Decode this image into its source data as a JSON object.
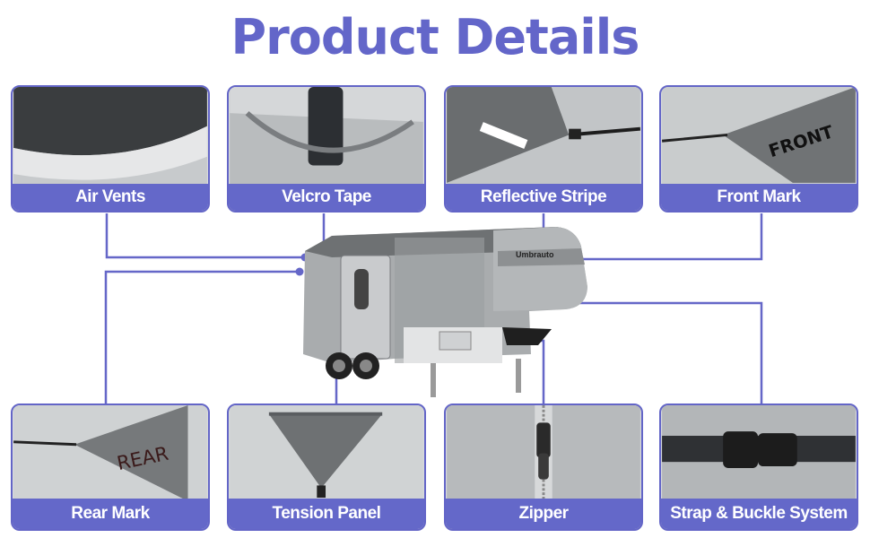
{
  "title": "Product Details",
  "cards": {
    "air_vents": "Air Vents",
    "velcro_tape": "Velcro Tape",
    "reflective_stripe": "Reflective Stripe",
    "front_mark": "Front Mark",
    "rear_mark": "Rear Mark",
    "tension_panel": "Tension Panel",
    "zipper": "Zipper",
    "strap_buckle": "Strap & Buckle System"
  },
  "photo_text": {
    "front": "FRONT",
    "rear": "REAR",
    "brand": "Umbrauto"
  },
  "colors": {
    "accent": "#6366c9",
    "cover_gray": "#9a9d9f",
    "dark_gray": "#6b6e70"
  }
}
